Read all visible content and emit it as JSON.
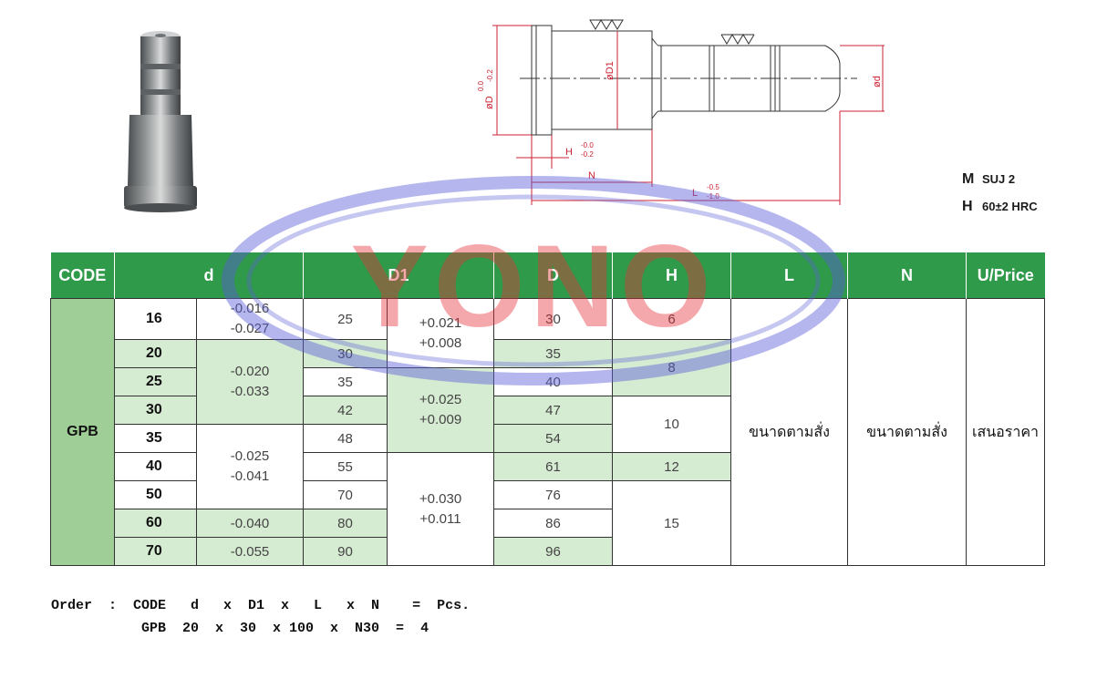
{
  "drawing": {
    "dim_D": "øD",
    "dim_D_tol_top": "0.0",
    "dim_D_tol_bottom": "-0.2",
    "dim_D1": "øD1",
    "dim_d": "ød",
    "dim_H": "H",
    "dim_H_tol_top": "-0.0",
    "dim_H_tol_bottom": "-0.2",
    "dim_N": "N",
    "dim_L": "L",
    "dim_L_tol_top": "-0.5",
    "dim_L_tol_bottom": "-1.0"
  },
  "spec": {
    "material_key": "M",
    "material_value": "SUJ 2",
    "hardness_key": "H",
    "hardness_value": "60±2 HRC"
  },
  "watermark": {
    "text": "YONO"
  },
  "table": {
    "headers": [
      "CODE",
      "d",
      "D1",
      "D",
      "H",
      "L",
      "N",
      "U/Price"
    ],
    "code": "GPB",
    "d_values": [
      "16",
      "20",
      "25",
      "30",
      "35",
      "40",
      "50",
      "60",
      "70"
    ],
    "d_tol": [
      [
        "-0.016",
        "-0.027"
      ],
      [
        "-0.020",
        "-0.033"
      ],
      [
        "-0.025",
        "-0.041"
      ],
      [
        "-0.040",
        "-0.055"
      ]
    ],
    "D1_values": [
      "25",
      "30",
      "35",
      "42",
      "48",
      "55",
      "70",
      "80",
      "90"
    ],
    "D1_tol": [
      [
        "+0.021",
        "+0.008"
      ],
      [
        "+0.025",
        "+0.009"
      ],
      [
        "+0.030",
        "+0.011"
      ]
    ],
    "D_values": [
      "30",
      "35",
      "40",
      "47",
      "54",
      "61",
      "76",
      "86",
      "96"
    ],
    "H_values": [
      "6",
      "8",
      "10",
      "12",
      "15"
    ],
    "L_text": "ขนาดตามสั่ง",
    "N_text": "ขนาดตามสั่ง",
    "price_text": "เสนอราคา"
  },
  "order": {
    "line1": "Order  :  CODE   d   x  D1  x   L   x  N    =  Pcs.",
    "line2": "           GPB  20  x  30  x 100  x  N30  =  4"
  }
}
